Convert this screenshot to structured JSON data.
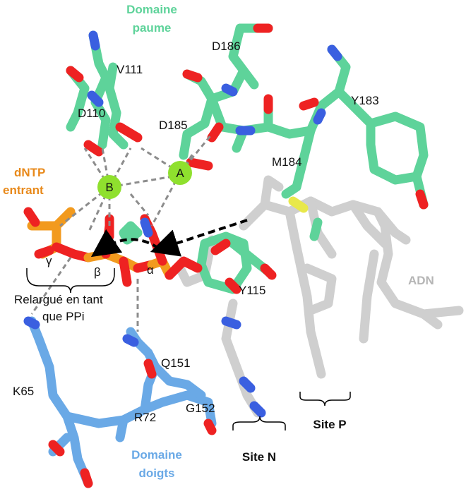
{
  "colors": {
    "palm": "#5ed39a",
    "fingers": "#6aa9e6",
    "dntp": "#f29a1e",
    "dna": "#cfcfcf",
    "oxygen": "#ee2222",
    "nitrogen": "#3a5fe0",
    "sulfur": "#e8e84a",
    "metal": "#8fe02e",
    "palm_label": "#5ed39a",
    "fingers_label": "#6aa9e6",
    "dntp_label": "#e8891a",
    "dna_label": "#b5b5b5"
  },
  "labels": {
    "palm_domain_1": "Domaine",
    "palm_domain_2": "paume",
    "fingers_domain_1": "Domaine",
    "fingers_domain_2": "doigts",
    "dntp_1": "dNTP",
    "dntp_2": "entrant",
    "dna": "ADN",
    "metal_a": "A",
    "metal_b": "B",
    "gamma": "γ",
    "beta": "β",
    "alpha": "α",
    "released_1": "Relargué en tant",
    "released_2": "que PPi",
    "site_n": "Site N",
    "site_p": "Site P"
  },
  "residues": {
    "d186": "D186",
    "v111": "V111",
    "y183": "Y183",
    "d110": "D110",
    "d185": "D185",
    "m184": "M184",
    "y115": "Y115",
    "q151": "Q151",
    "k65": "K65",
    "g152": "G152",
    "r72": "R72"
  }
}
